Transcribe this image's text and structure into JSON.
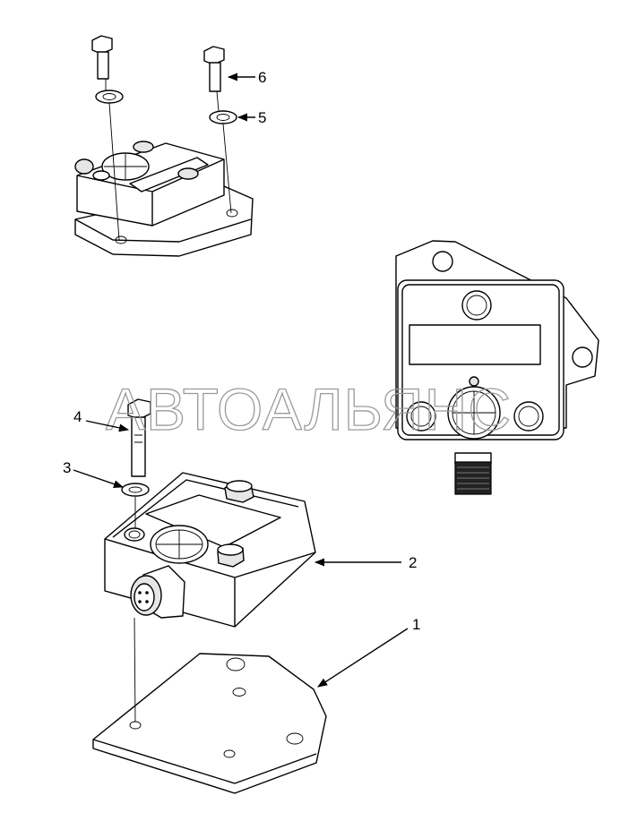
{
  "watermark": "АВТОАЛЬЯНС",
  "callouts": [
    {
      "id": "1",
      "label": "1"
    },
    {
      "id": "2",
      "label": "2"
    },
    {
      "id": "3",
      "label": "3"
    },
    {
      "id": "4",
      "label": "4"
    },
    {
      "id": "5",
      "label": "5"
    },
    {
      "id": "6",
      "label": "6"
    }
  ]
}
